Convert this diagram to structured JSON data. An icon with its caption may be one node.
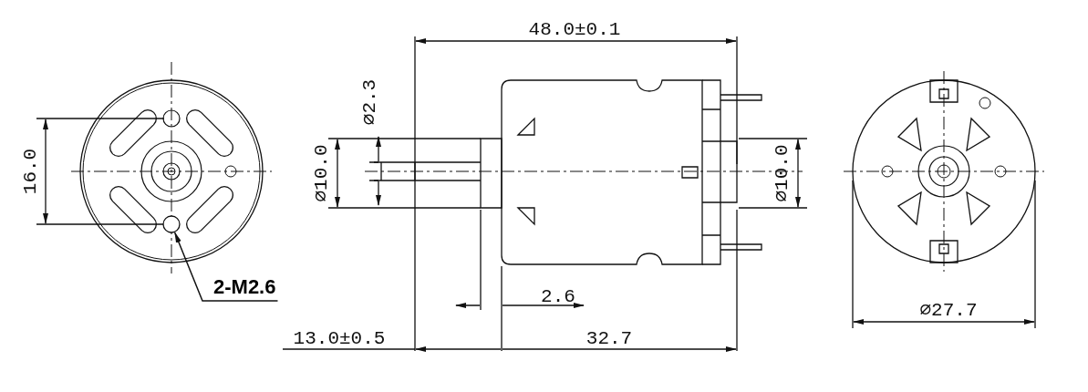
{
  "diagram": {
    "nodes": [
      {
        "text": [
          "2-M2.6"
        ]
      },
      {
        "text": [],
        "shape": "circle"
      }
    ],
    "edges": [
      {
        "from": 0,
        "to": 1,
        "arrow": "to"
      }
    ],
    "labels": [
      "48.0±0.1",
      "⌀2.3",
      "16.0",
      "⌀10.0",
      "⌀10.0",
      "2.6",
      "⌀27.7",
      "13.0±0.5",
      "32.7"
    ]
  }
}
